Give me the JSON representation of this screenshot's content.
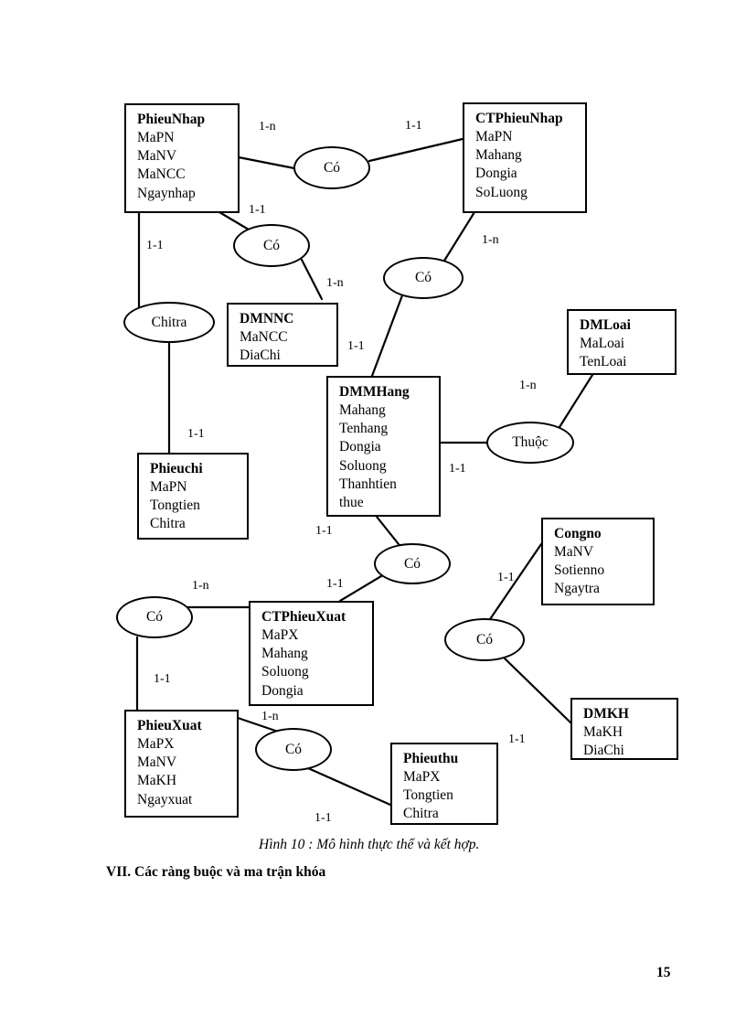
{
  "page": {
    "number": "15",
    "caption": "Hình 10 : Mô hình thực thể và kết hợp.",
    "heading": "VII. Các ràng buộc và ma trận khóa"
  },
  "diagram": {
    "entities": [
      {
        "id": "phieunhap",
        "title": "PhieuNhap",
        "attributes": [
          "MaPN",
          "MaNV",
          "MaNCC",
          "Ngaynhap"
        ]
      },
      {
        "id": "ctphieunhap",
        "title": "CTPhieuNhap",
        "attributes": [
          "MaPN",
          "Mahang",
          "Dongia",
          "SoLuong"
        ]
      },
      {
        "id": "dmnnc",
        "title": "DMNNC",
        "attributes": [
          "MaNCC",
          "DiaChi"
        ]
      },
      {
        "id": "dmloai",
        "title": "DMLoai",
        "attributes": [
          "MaLoai",
          "TenLoai"
        ]
      },
      {
        "id": "dmmhang",
        "title": "DMMHang",
        "attributes": [
          "Mahang",
          "Tenhang",
          "Dongia",
          "Soluong",
          "Thanhtien",
          "thue"
        ]
      },
      {
        "id": "phieuchi",
        "title": "Phieuchi",
        "attributes": [
          "MaPN",
          "Tongtien",
          "Chitra"
        ]
      },
      {
        "id": "ctphieuxuat",
        "title": "CTPhieuXuat",
        "attributes": [
          "MaPX",
          "Mahang",
          "Soluong",
          "Dongia"
        ]
      },
      {
        "id": "congno",
        "title": "Congno",
        "attributes": [
          "MaNV",
          "Sotienno",
          "Ngaytra"
        ]
      },
      {
        "id": "phieuxuat",
        "title": "PhieuXuat",
        "attributes": [
          "MaPX",
          "MaNV",
          "MaKH",
          "Ngayxuat"
        ]
      },
      {
        "id": "dmkh",
        "title": "DMKH",
        "attributes": [
          "MaKH",
          "DiaChi"
        ]
      },
      {
        "id": "phieuthu",
        "title": "Phieuthu",
        "attributes": [
          "MaPX",
          "Tongtien",
          "Chitra"
        ]
      }
    ],
    "relationships": [
      {
        "id": "rel-co-nhap-ct",
        "label": "Có"
      },
      {
        "id": "rel-co-nhap-nnc",
        "label": "Có"
      },
      {
        "id": "rel-chitra-chi",
        "label": "Chitra"
      },
      {
        "id": "rel-co-ctnhap-hang",
        "label": "Có"
      },
      {
        "id": "rel-thuoc-loai",
        "label": "Thuộc"
      },
      {
        "id": "rel-co-hang-ctxuat",
        "label": "Có"
      },
      {
        "id": "rel-co-xuat-ctxuat",
        "label": "Có"
      },
      {
        "id": "rel-co-congno-kh",
        "label": "Có"
      },
      {
        "id": "rel-co-xuat-thu",
        "label": "Có"
      }
    ],
    "cardinalities": [
      {
        "id": "card-nhap-co-1n",
        "text": "1-n"
      },
      {
        "id": "card-co-ctnhap-11",
        "text": "1-1"
      },
      {
        "id": "card-nhap-co2-11",
        "text": "1-1"
      },
      {
        "id": "card-nhap-chitra-11",
        "text": "1-1"
      },
      {
        "id": "card-co2-dmnnc-1n",
        "text": "1-n"
      },
      {
        "id": "card-ctnhap-co3-1n",
        "text": "1-n"
      },
      {
        "id": "card-dmnnc-right-11",
        "text": "1-1"
      },
      {
        "id": "card-co3-dmmhang-11",
        "text": "1-1"
      },
      {
        "id": "card-dmloai-thuoc-1n",
        "text": "1-n"
      },
      {
        "id": "card-dmmhang-thuoc-11",
        "text": "1-1"
      },
      {
        "id": "card-chitra-chi-11",
        "text": "1-1"
      },
      {
        "id": "card-dmmhang-co-11",
        "text": "1-1"
      },
      {
        "id": "card-co-ctxuat-1n",
        "text": "1-n"
      },
      {
        "id": "card-co-ctxuat-11",
        "text": "1-1"
      },
      {
        "id": "card-congno-co-11",
        "text": "1-1"
      },
      {
        "id": "card-co-xuat-1n",
        "text": "1-n"
      },
      {
        "id": "card-xuat-co-11",
        "text": "1-1"
      },
      {
        "id": "card-co-dmkh-11",
        "text": "1-1"
      },
      {
        "id": "card-co-thu-11",
        "text": "1-1"
      }
    ]
  }
}
